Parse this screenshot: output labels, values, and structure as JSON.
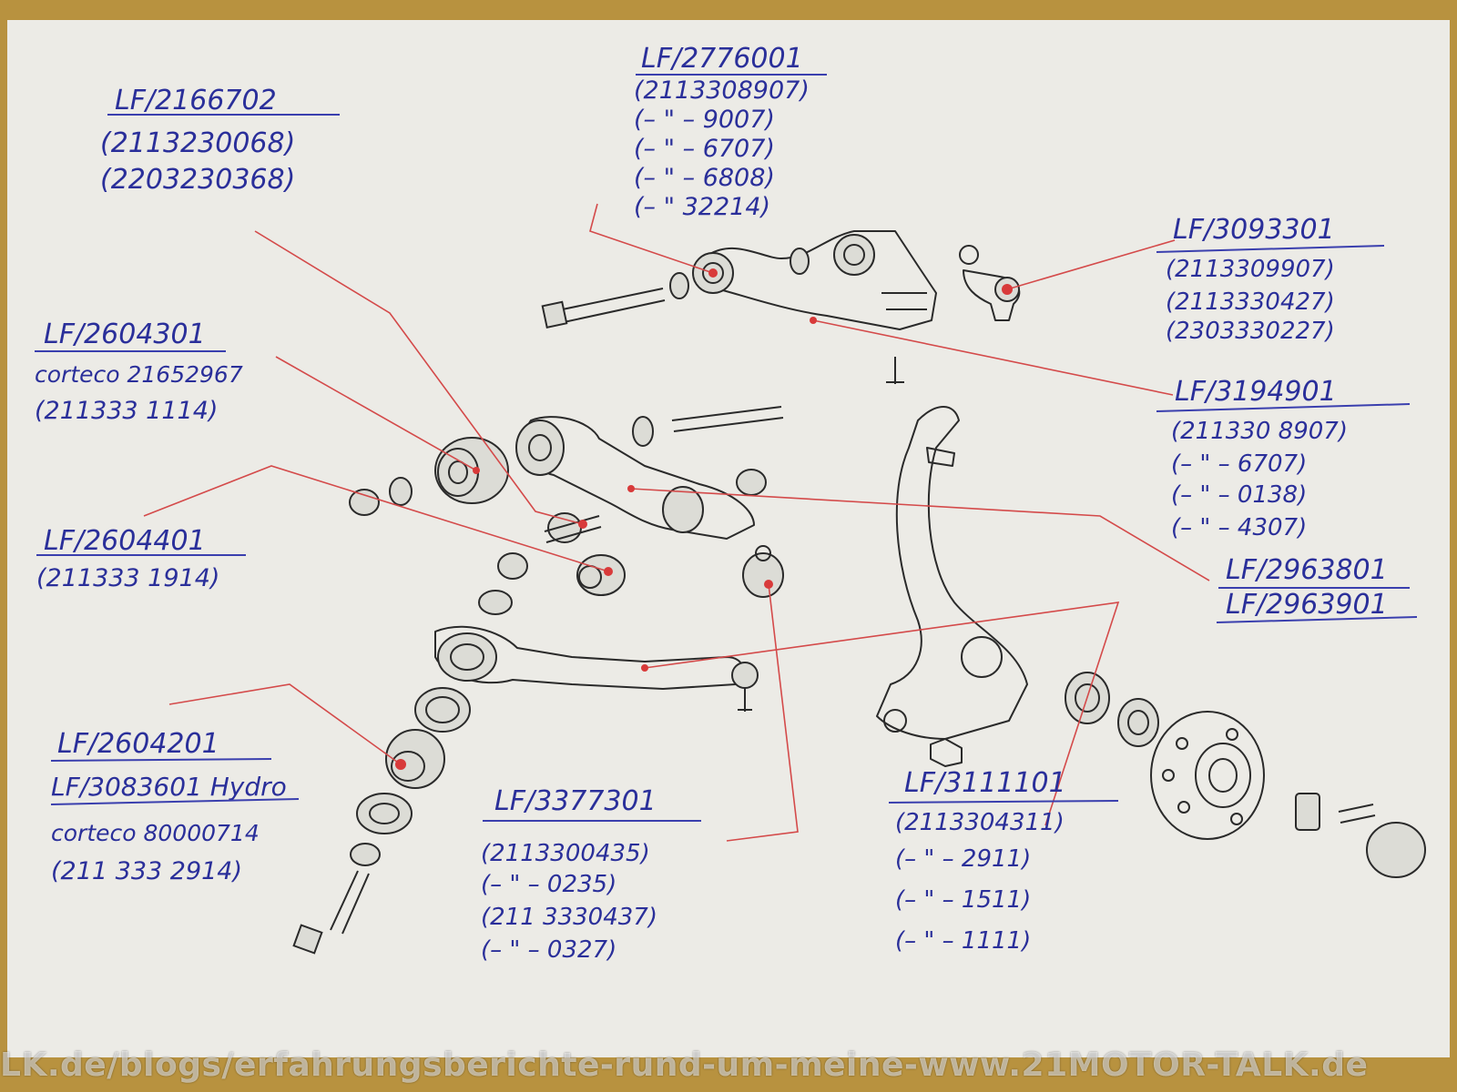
{
  "labels": {
    "upper_arm_top": {
      "title": "LF/2776001",
      "lines": [
        "(2113308907)",
        "(– \" – 9007)",
        "(– \" – 6707)",
        "(– \" – 6808)",
        "(– \" 32214)"
      ]
    },
    "bushing_top_left": {
      "title": "LF/2166702",
      "lines": [
        "(2113230068)",
        "(2203230368)"
      ]
    },
    "ball_joint_right": {
      "title": "LF/3093301",
      "lines": [
        "(2113309907)",
        "(2113330427)",
        "(2303330227)"
      ]
    },
    "upper_arm_right": {
      "title": "LF/3194901",
      "lines": [
        "(211330 8907)",
        "(– \" – 6707)",
        "(– \" – 0138)",
        "(– \" – 4307)"
      ]
    },
    "bushing_left": {
      "title": "LF/2604301",
      "lines": [
        "corteco 21652967",
        "(211333 1114)"
      ]
    },
    "bushing_left2": {
      "title": "LF/2604401",
      "lines": [
        "(211333 1914)"
      ]
    },
    "control_arm_right": {
      "title": "LF/2963801",
      "lines": [
        "LF/2963901"
      ]
    },
    "strut_bushing": {
      "title": "LF/2604201",
      "lines": [
        "LF/3083601 Hydro",
        "corteco 80000714",
        "(211 333 2914)"
      ]
    },
    "lower_arm": {
      "title": "LF/3377301",
      "lines": [
        "(2113300435)",
        "(– \" – 0235)",
        "(211 3330437)",
        "(– \" – 0327)"
      ]
    },
    "tie_rod": {
      "title": "LF/3111101",
      "lines": [
        "(2113304311)",
        "(– \" – 2911)",
        "(– \" – 1511)",
        "(– \" – 1111)"
      ]
    }
  },
  "watermark": "LK.de/blogs/erfahrungsberichte-rund-um-meine-www.21MOTOR-TALK.de",
  "colors": {
    "ink": "#2a2f9a",
    "leader": "#d44a4a",
    "paper": "#ecebe6",
    "board": "#b8923f"
  }
}
